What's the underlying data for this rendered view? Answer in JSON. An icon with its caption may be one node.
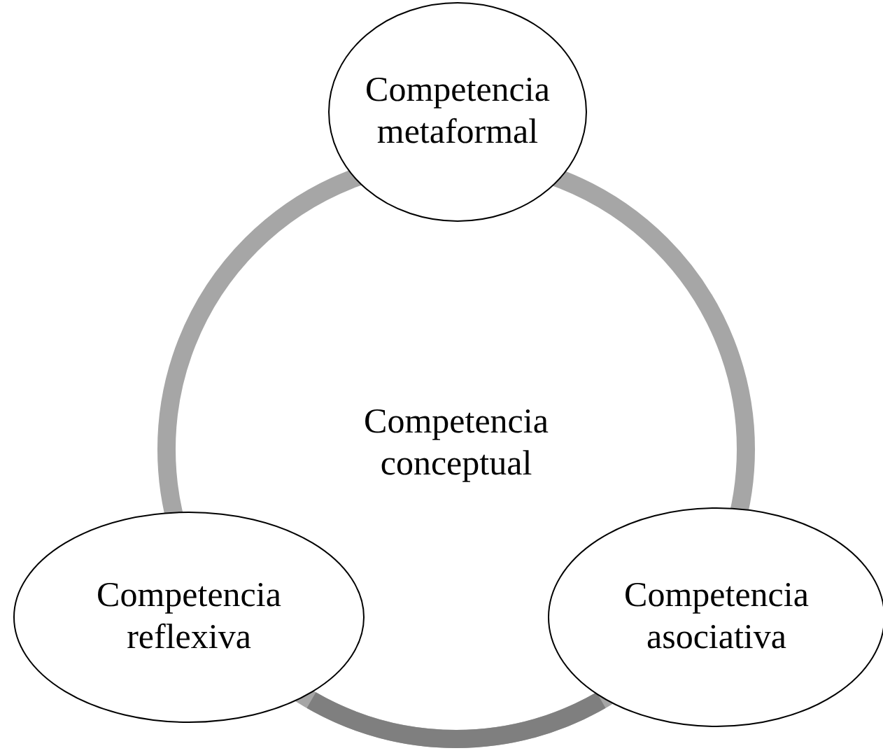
{
  "diagram": {
    "nodes": [
      {
        "text": [
          "Competencia conceptual"
        ]
      },
      {
        "text": [
          "Competencia metaformal"
        ]
      },
      {
        "text": [
          "Competencia reflexiva"
        ]
      },
      {
        "text": [
          "Competencia asociativa"
        ]
      }
    ]
  }
}
